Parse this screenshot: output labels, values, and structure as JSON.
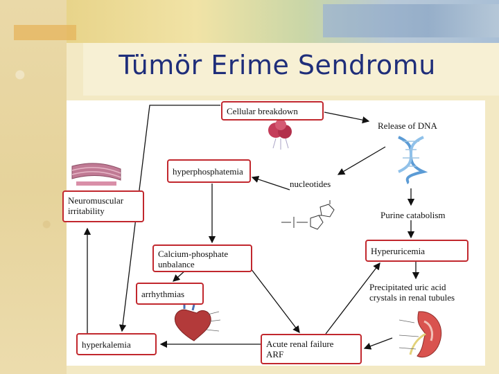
{
  "slide": {
    "title": "Tümör Erime Sendromu"
  },
  "diagram": {
    "nodes": {
      "cellular_breakdown": "Cellular breakdown",
      "release_dna": "Release of DNA",
      "nucleotides": "nucleotides",
      "purine_catabolism": "Purine catabolism",
      "hyperuricemia": "Hyperuricemia",
      "precipitated_line1": "Precipitated uric acid",
      "precipitated_line2": "crystals in renal tubules",
      "acute_renal_line1": "Acute renal failure",
      "acute_renal_line2": "ARF",
      "hyperkalemia": "hyperkalemia",
      "hyperphosphatemia": "hyperphosphatemia",
      "calcium_line1": "Calcium-phosphate",
      "calcium_line2": "unbalance",
      "arrhythmias": "arrhythmias",
      "neuromuscular_line1": "Neuromuscular",
      "neuromuscular_line2": "irritability"
    },
    "colors": {
      "box_border": "#c1272d",
      "title": "#1f2e7a",
      "arrow": "#111111"
    },
    "icons": [
      "muscle-fiber-illustration",
      "cell-illustration",
      "dna-helix-illustration",
      "nucleotide-structure-illustration",
      "heart-illustration",
      "kidney-illustration"
    ]
  }
}
